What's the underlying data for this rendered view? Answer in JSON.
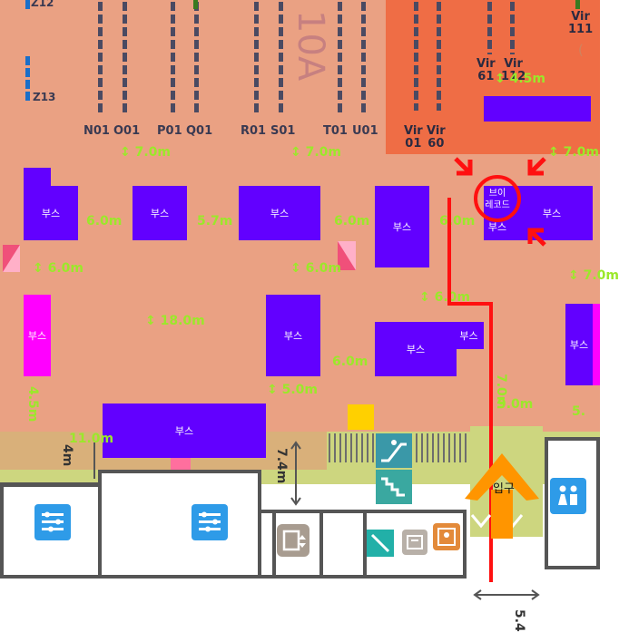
{
  "hall": {
    "label": "10A"
  },
  "zones": [
    "Z12",
    "Z13"
  ],
  "racks_bottom": [
    "N01",
    "O01",
    "P01",
    "Q01",
    "R01",
    "S01",
    "T01",
    "U01"
  ],
  "vir_racks": [
    {
      "l1": "Vir",
      "l2": "01"
    },
    {
      "l1": "Vir",
      "l2": "60"
    },
    {
      "l1": "Vir",
      "l2": "61"
    },
    {
      "l1": "Vir",
      "l2": "112"
    },
    {
      "l1": "Vir",
      "l2": "111"
    }
  ],
  "booth_label": "부스",
  "highlight_booth": {
    "line1": "브이",
    "line2": "레코드"
  },
  "entrance_label": "입구",
  "dimensions": {
    "d1": "↕ 7.0m",
    "d2": "↕ 7.0m",
    "d3": "↕ 4.5m",
    "d4": "↕ 7.0m",
    "d5": "6.0m",
    "d6": "5.7m",
    "d7": "6.0m",
    "d8": "6.0m",
    "d9": "↕ 6.0m",
    "d10": "↕ 6.0m",
    "d11": "↕ 7.0m",
    "d12": "↕ 6.0m",
    "d13": "↕ 18.0m",
    "d14": "6.0m",
    "d15": "↕ 5.0m",
    "d16": "7.0m",
    "d17": "9.0m",
    "d18": "5.",
    "d19": "4.5m",
    "d20": "11.0m",
    "d21": "4m",
    "d22": "7.4m",
    "d23": "5.4"
  },
  "colors": {
    "floor": "#eaa183",
    "vir_zone": "#ef6d45",
    "booth": "#6200ff",
    "booth_alt": "#ff00ff",
    "route": "#ff1010",
    "dimension": "#9be82a",
    "entrance_arrow": "#ff9500"
  },
  "icons": [
    "restroom-icon",
    "escalator-icon",
    "stairs-icon",
    "elevator-icon",
    "info-icon",
    "nursing-room-icon"
  ]
}
